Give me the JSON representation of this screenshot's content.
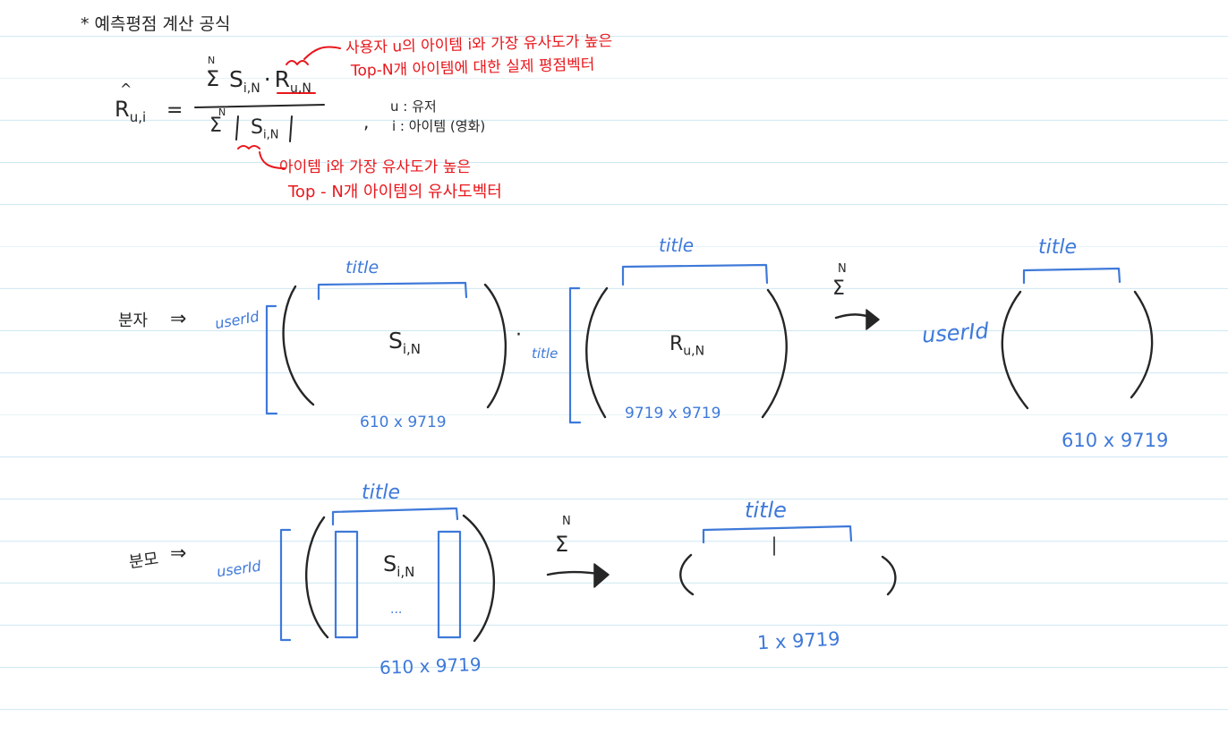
{
  "header": {
    "text": "* 예측평점 계산 공식"
  },
  "formula": {
    "lhs_symbol": "R",
    "lhs_hat": "^",
    "lhs_sub": "u,i",
    "equals": "=",
    "sigma": "Σ",
    "sigma_upper": "N",
    "numerator_term1": "S",
    "numerator_term1_sub": "i,N",
    "dot": "·",
    "numerator_term2": "R",
    "numerator_term2_sub": "u,N",
    "denominator_abs_term": "S",
    "denominator_abs_sub": "i,N",
    "comma": ",",
    "legend_u": "u : 유저",
    "legend_i": "i : 아이템 (영화)"
  },
  "annotations": {
    "numerator_line1": "사용자 u의 아이템 i와 가장 유사도가 높은",
    "numerator_line2": "Top-N개 아이템에 대한 실제 평점벡터",
    "denominator_line1": "아이템 i와 가장 유사도가 높은",
    "denominator_line2": "Top - N개 아이템의 유사도벡터"
  },
  "numerator_row": {
    "label": "분자",
    "arrow_symbol": "⇒",
    "matrix1": {
      "row_label": "userId",
      "col_label": "title",
      "content": "S",
      "content_sub": "i,N",
      "size": "610 x 9719"
    },
    "dot": "·",
    "matrix2": {
      "row_label": "title",
      "col_label": "title",
      "content": "R",
      "content_sub": "u,N",
      "size": "9719 x 9719"
    },
    "sum": {
      "sigma": "Σ",
      "upper": "N"
    },
    "result": {
      "row_label": "userId",
      "col_label": "title",
      "size": "610 x 9719"
    }
  },
  "denominator_row": {
    "label": "분모",
    "arrow_symbol": "⇒",
    "matrix": {
      "row_label": "userId",
      "col_label": "title",
      "content": "S",
      "content_sub": "i,N",
      "ellipsis": "...",
      "size": "610 x 9719"
    },
    "sum": {
      "sigma": "Σ",
      "upper": "N"
    },
    "result": {
      "col_label": "title",
      "size": "1 x 9719"
    }
  },
  "colors": {
    "ink_black": "#262626",
    "ink_red": "#e8171c",
    "ink_blue": "#3e79d9",
    "rule_line": "#cfe8f3"
  }
}
